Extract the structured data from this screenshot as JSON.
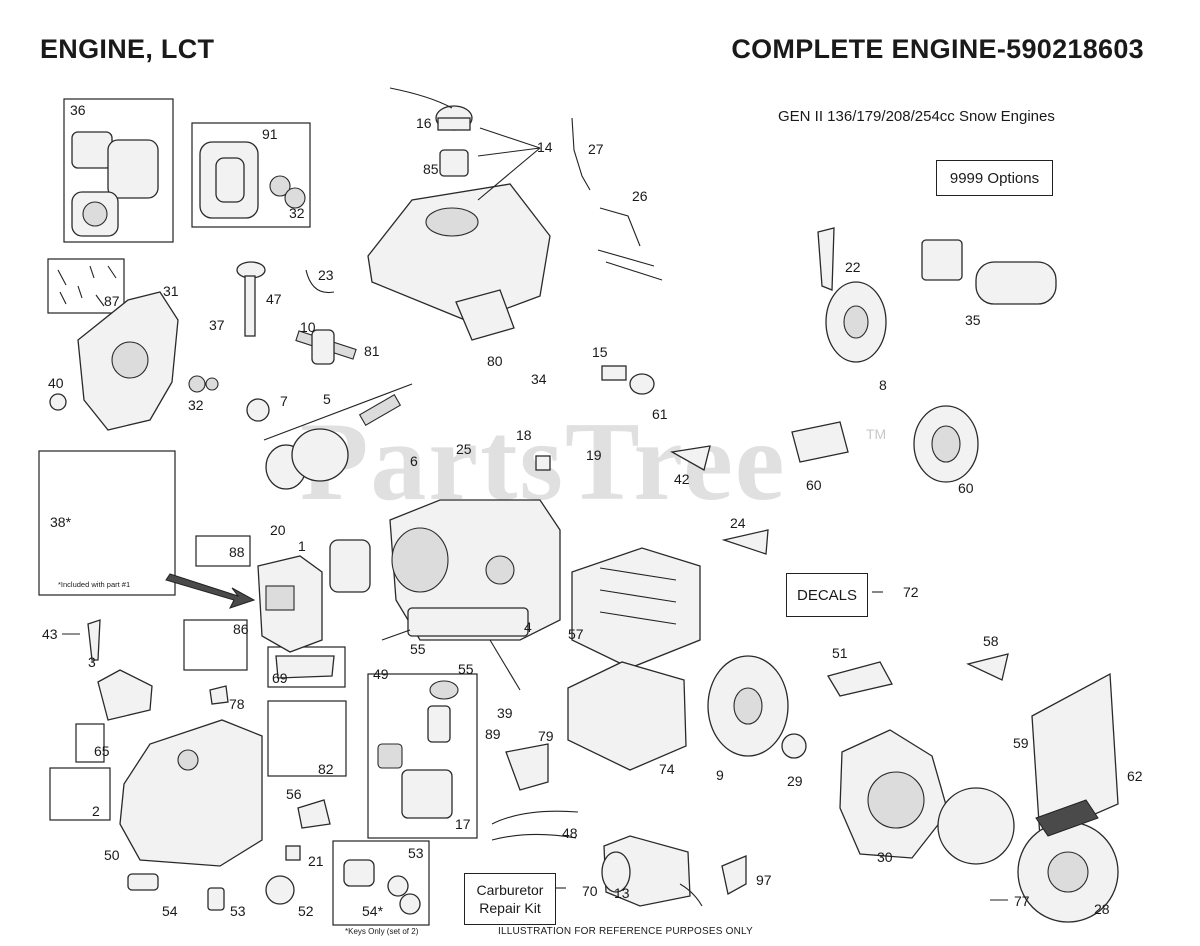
{
  "header": {
    "left_title": "ENGINE, LCT",
    "right_title": "COMPLETE ENGINE-590218603",
    "subtitle": "GEN II 136/179/208/254cc Snow Engines"
  },
  "boxes": {
    "options": "9999  Options",
    "decals": "DECALS",
    "carb_kit_line1": "Carburetor",
    "carb_kit_line2": "Repair Kit"
  },
  "notes": {
    "included_with_part1": "*Included with part #1",
    "keys_only": "*Keys Only (set of 2)",
    "footer": "ILLUSTRATION FOR REFERENCE PURPOSES ONLY"
  },
  "watermark": {
    "text": "PartsTree",
    "tm": "TM"
  },
  "callouts": [
    "36",
    "91",
    "32",
    "87",
    "31",
    "40",
    "32",
    "37",
    "47",
    "23",
    "10",
    "81",
    "7",
    "5",
    "6",
    "25",
    "16",
    "85",
    "14",
    "27",
    "26",
    "80",
    "34",
    "18",
    "19",
    "15",
    "61",
    "42",
    "22",
    "35",
    "8",
    "60",
    "60",
    "38*",
    "88",
    "1",
    "20",
    "4",
    "24",
    "57",
    "43",
    "86",
    "3",
    "69",
    "49",
    "55",
    "55",
    "39",
    "89",
    "78",
    "65",
    "2",
    "82",
    "17",
    "79",
    "74",
    "9",
    "29",
    "50",
    "56",
    "21",
    "53",
    "54",
    "53",
    "52",
    "54*",
    "48",
    "13",
    "70",
    "97",
    "51",
    "58",
    "59",
    "30",
    "62",
    "77",
    "28",
    "72"
  ]
}
